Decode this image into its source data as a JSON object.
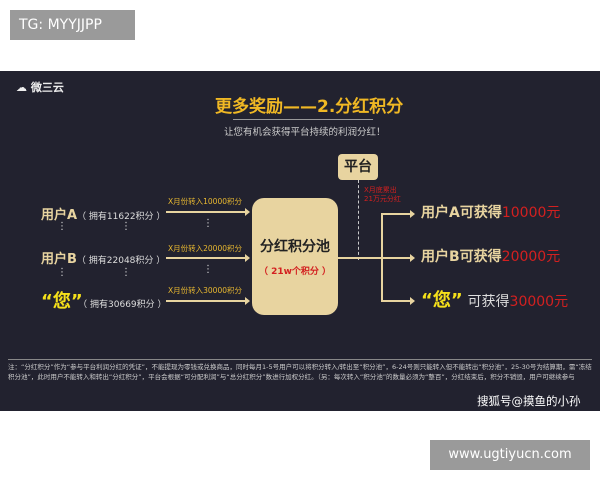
{
  "tag": "TG: MYYJJPP",
  "url": "www.ugtiyucn.com",
  "logo": "微三云",
  "title": "更多奖励——2.分红积",
  "title_wrap": "分",
  "subtitle": "让您有机会获得平台持续的利润分红！",
  "platform": "平台",
  "platform_note": [
    "X月底累出",
    "21万元分红"
  ],
  "pool": {
    "title": "分红积分池",
    "sub": "（ 21w个积分 ）"
  },
  "users": [
    {
      "name": "用户A",
      "points": "（ 拥有11622积分 ）",
      "transfer": "X月份转入10000积分"
    },
    {
      "name": "用户B",
      "points": "（ 拥有22048积分 ）",
      "transfer": "X月份转入20000积分"
    },
    {
      "name": "“您”",
      "points": "（ 拥有30669积分 ）",
      "transfer": "X月份转入30000积分"
    }
  ],
  "results": [
    {
      "name": "用户A",
      "verb": "可获得",
      "amount": "10000元"
    },
    {
      "name": "用户B",
      "verb": "可获得",
      "amount": "20000元"
    },
    {
      "name": "“您”",
      "verb": "可获得",
      "amount": "30000元"
    }
  ],
  "dots": "⋮",
  "note": "注：“分红积分”作为“参与平台利润分红的凭证”，不能提现为零钱或兑换商品，同时每月1-5号用户可以将积分转入/转出至“积分池”，6-24号则只能转入但不能转出“积分池”，25-30号为结算期，需“冻结积分池”，此时用户不能转入和转出“分红积分”，平台会根据“可分配利润”与“总分红积分”数进行加权分红。（另：每次转入“积分池”的数量必须为“整百”，分红结束后，积分不销毁，用户可继续参与",
  "watermark": "搜狐号@摸鱼的小孙"
}
